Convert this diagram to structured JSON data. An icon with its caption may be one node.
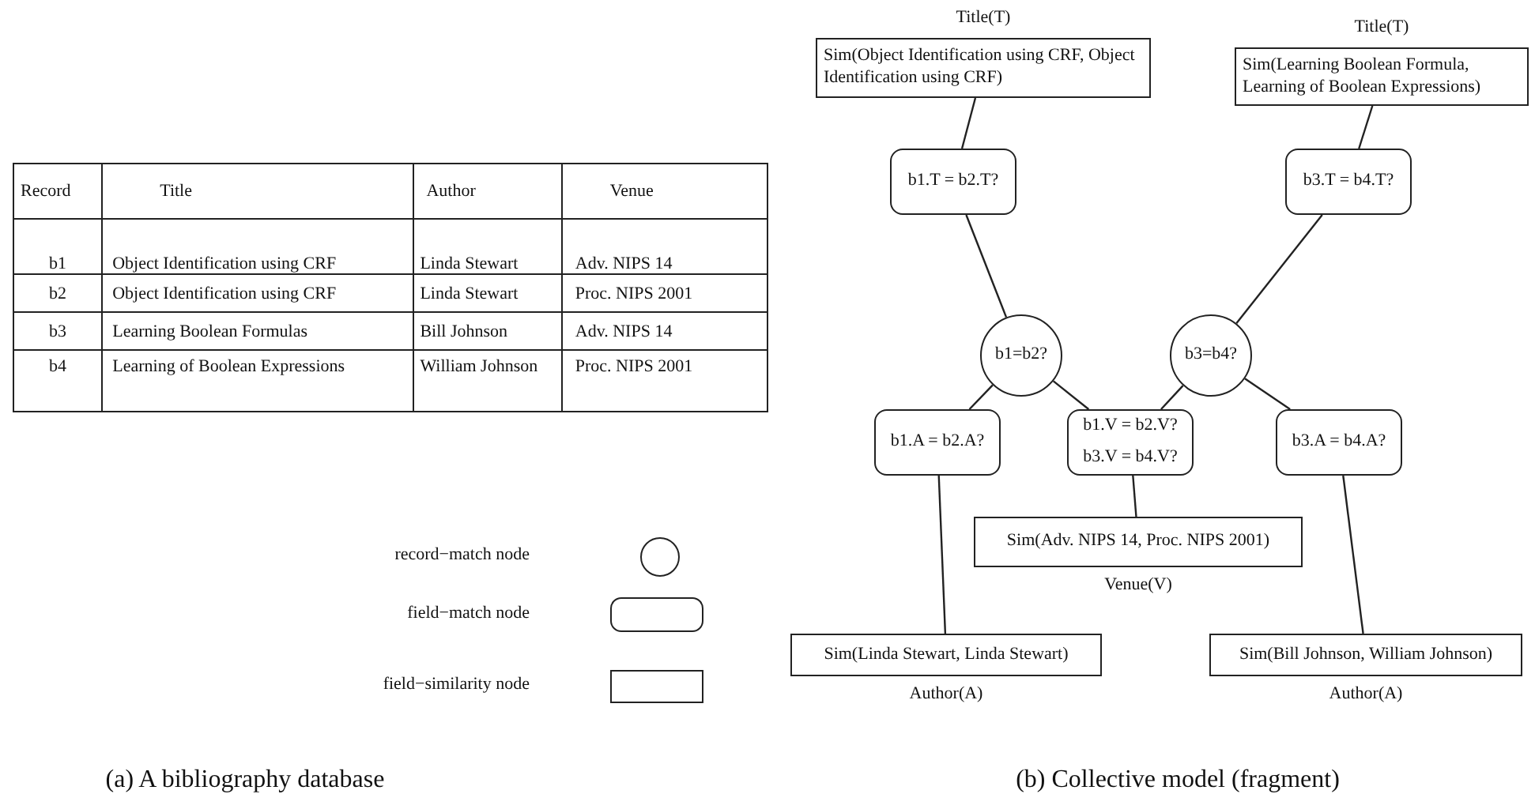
{
  "diagram": {
    "nodes": [
      {
        "text": [
          "Sim(Object Identification using CRF, Object Identification using CRF)"
        ],
        "beside": [
          "Title(T)"
        ]
      },
      {
        "text": [
          "b1.T = b2.T?"
        ]
      },
      {
        "text": [
          "Sim(Learning Boolean Formula, Learning of Boolean Expressions)"
        ],
        "beside": [
          "Title(T)"
        ]
      },
      {
        "text": [
          "b3.T = b4.T?"
        ]
      },
      {
        "text": [
          "b1=b2?"
        ]
      },
      {
        "text": [
          "b3=b4?"
        ]
      },
      {
        "text": [
          "b1.A = b2.A?"
        ]
      },
      {
        "text": [
          "b1.V = b2.V?",
          "b3.V = b4.V?"
        ]
      },
      {
        "text": [
          "b3.A = b4.A?"
        ]
      },
      {
        "text": [
          "Sim(Adv. NIPS 14, Proc. NIPS 2001)"
        ],
        "beside": [
          "Venue(V)"
        ]
      },
      {
        "text": [
          "Sim(Linda Stewart, Linda Stewart)"
        ],
        "beside": [
          "Author(A)"
        ]
      },
      {
        "text": [
          "Sim(Bill Johnson, William Johnson)"
        ],
        "beside": [
          "Author(A)"
        ]
      }
    ],
    "edges": [
      {
        "from": 0,
        "to": 1,
        "arrow": "none"
      },
      {
        "from": 1,
        "to": 4,
        "arrow": "none"
      },
      {
        "from": 2,
        "to": 3,
        "arrow": "none"
      },
      {
        "from": 3,
        "to": 5,
        "arrow": "none"
      },
      {
        "from": 4,
        "to": 6,
        "arrow": "none"
      },
      {
        "from": 4,
        "to": 7,
        "arrow": "none"
      },
      {
        "from": 5,
        "to": 7,
        "arrow": "none"
      },
      {
        "from": 5,
        "to": 8,
        "arrow": "none"
      },
      {
        "from": 6,
        "to": 10,
        "arrow": "none"
      },
      {
        "from": 7,
        "to": 9,
        "arrow": "none"
      },
      {
        "from": 8,
        "to": 11,
        "arrow": "none"
      }
    ],
    "labels": [
      "Record",
      "Title",
      "Author",
      "Venue",
      "b1",
      "Object Identification using CRF",
      "Linda Stewart",
      "Adv. NIPS 14",
      "b2",
      "Object Identification using CRF",
      "Linda Stewart",
      "Proc. NIPS 2001",
      "b3",
      "Learning Boolean Formulas",
      "Bill Johnson",
      "Adv. NIPS 14",
      "b4",
      "Learning of Boolean Expressions",
      "William Johnson",
      "Proc. NIPS 2001",
      "(a) A bibliography database",
      "(b) Collective model (fragment)"
    ],
    "legend": [
      {
        "text": "record−match node"
      },
      {
        "text": "field−match node"
      },
      {
        "text": "field−similarity node"
      }
    ]
  }
}
